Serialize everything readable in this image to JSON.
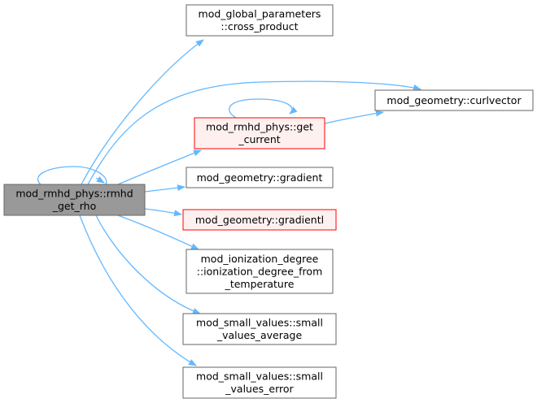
{
  "colors": {
    "edge": "#63b8ff",
    "node_default_fill": "#ffffff",
    "node_default_stroke": "#666666",
    "node_root_fill": "#999999",
    "node_root_stroke": "#666666",
    "node_highlight_fill": "#fff0f0",
    "node_highlight_stroke": "#ff0000"
  },
  "nodes": [
    {
      "id": "root",
      "style": "root",
      "lines": [
        "mod_rmhd_phys::rmhd",
        "_get_rho"
      ],
      "interactable": true
    },
    {
      "id": "cross_product",
      "style": "default",
      "lines": [
        "mod_global_parameters",
        "::cross_product"
      ],
      "interactable": true
    },
    {
      "id": "curlvector",
      "style": "default",
      "lines": [
        "mod_geometry::curlvector"
      ],
      "interactable": true
    },
    {
      "id": "get_current",
      "style": "highlight",
      "lines": [
        "mod_rmhd_phys::get",
        "_current"
      ],
      "interactable": true
    },
    {
      "id": "gradient",
      "style": "default",
      "lines": [
        "mod_geometry::gradient"
      ],
      "interactable": true
    },
    {
      "id": "gradientl",
      "style": "highlight",
      "lines": [
        "mod_geometry::gradientl"
      ],
      "interactable": true
    },
    {
      "id": "ionization_degree",
      "style": "default",
      "lines": [
        "mod_ionization_degree",
        "::ionization_degree_from",
        "_temperature"
      ],
      "interactable": true
    },
    {
      "id": "small_values_average",
      "style": "default",
      "lines": [
        "mod_small_values::small",
        "_values_average"
      ],
      "interactable": true
    },
    {
      "id": "small_values_error",
      "style": "default",
      "lines": [
        "mod_small_values::small",
        "_values_error"
      ],
      "interactable": true
    }
  ],
  "edges": [
    {
      "from": "root",
      "to": "root"
    },
    {
      "from": "root",
      "to": "cross_product"
    },
    {
      "from": "root",
      "to": "curlvector"
    },
    {
      "from": "root",
      "to": "get_current"
    },
    {
      "from": "get_current",
      "to": "get_current"
    },
    {
      "from": "get_current",
      "to": "curlvector"
    },
    {
      "from": "root",
      "to": "gradient"
    },
    {
      "from": "root",
      "to": "gradientl"
    },
    {
      "from": "root",
      "to": "ionization_degree"
    },
    {
      "from": "root",
      "to": "small_values_average"
    },
    {
      "from": "root",
      "to": "small_values_error"
    }
  ]
}
